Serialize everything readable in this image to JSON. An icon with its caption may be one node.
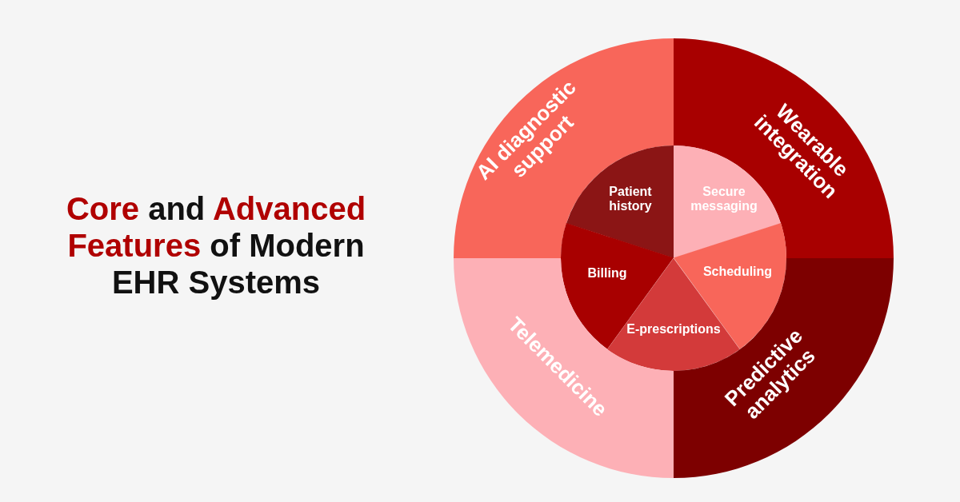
{
  "diagram": {
    "title": "*Core* and *Advanced Features* of Modern EHR Systems",
    "nodes": [
      {
        "text": [
          "AI diagnostic support"
        ]
      },
      {
        "text": [
          "Wearable integration"
        ]
      },
      {
        "text": [
          "Patient history"
        ]
      },
      {
        "text": [
          "Secure messaging"
        ]
      },
      {
        "text": [
          "Billing"
        ]
      },
      {
        "text": [
          "Scheduling"
        ]
      },
      {
        "text": [
          "E-prescriptions"
        ]
      },
      {
        "text": [
          "Telemedicine"
        ]
      },
      {
        "text": [
          "Predictive analytics"
        ]
      }
    ]
  }
}
